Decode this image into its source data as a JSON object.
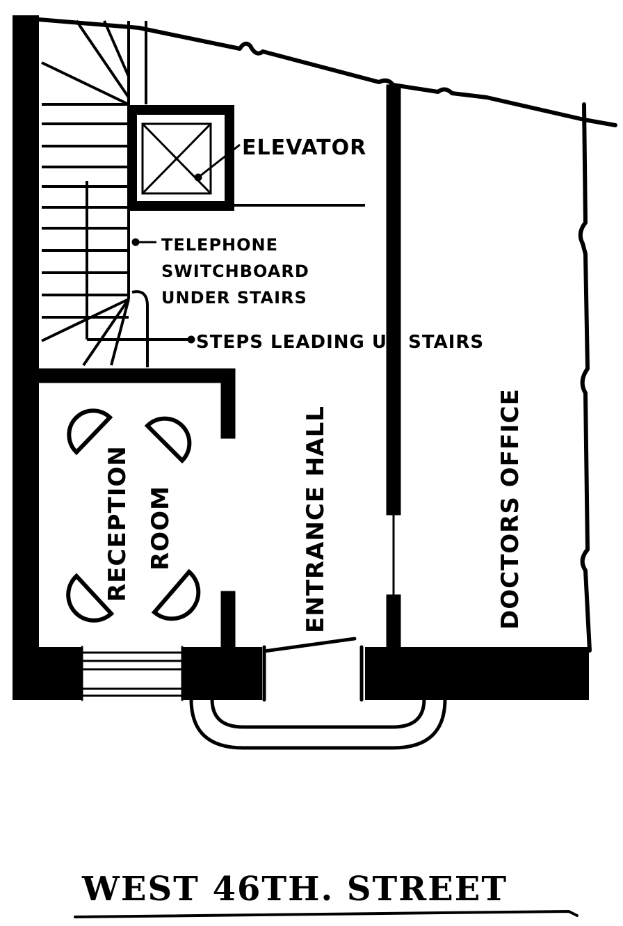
{
  "labels": {
    "elevator": "ELEVATOR",
    "telephone_line1": "TELEPHONE",
    "telephone_line2": "SWITCHBOARD",
    "telephone_line3": "UNDER STAIRS",
    "steps": "STEPS LEADING UP STAIRS",
    "reception": "RECEPTION",
    "room": "ROOM",
    "entrance_hall": "ENTRANCE HALL",
    "doctors_office": "DOCTORS OFFICE"
  },
  "street": {
    "name": "WEST 46TH. STREET"
  },
  "colors": {
    "ink": "#000000",
    "paper": "#ffffff"
  }
}
